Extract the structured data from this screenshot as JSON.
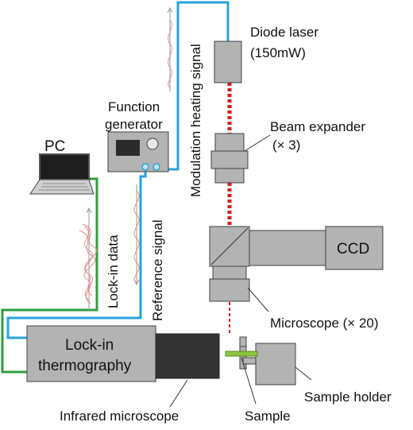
{
  "labels": {
    "diode_laser": "Diode laser",
    "diode_power": "(150mW)",
    "function_generator_l1": "Function",
    "function_generator_l2": "generator",
    "modulation_signal": "Modulation heating signal",
    "beam_expander_l1": "Beam expander",
    "beam_expander_l2": "(× 3)",
    "pc": "PC",
    "ccd": "CCD",
    "lockin_data": "Lock-in data",
    "reference_signal": "Reference signal",
    "microscope": "Microscope (× 20)",
    "lockin_l1": "Lock-in",
    "lockin_l2": "thermography",
    "sample_holder": "Sample holder",
    "infrared_microscope": "Infrared microscope",
    "sample": "Sample"
  },
  "colors": {
    "component_fill": "#b3b3b3",
    "component_stroke": "#404040",
    "dark_component": "#333333",
    "beam": "#e01818",
    "wire_signal": "#29a3dc",
    "wire_data": "#2e9e3e",
    "wave": "#e88a8a",
    "sample_green": "#8cc63f"
  }
}
